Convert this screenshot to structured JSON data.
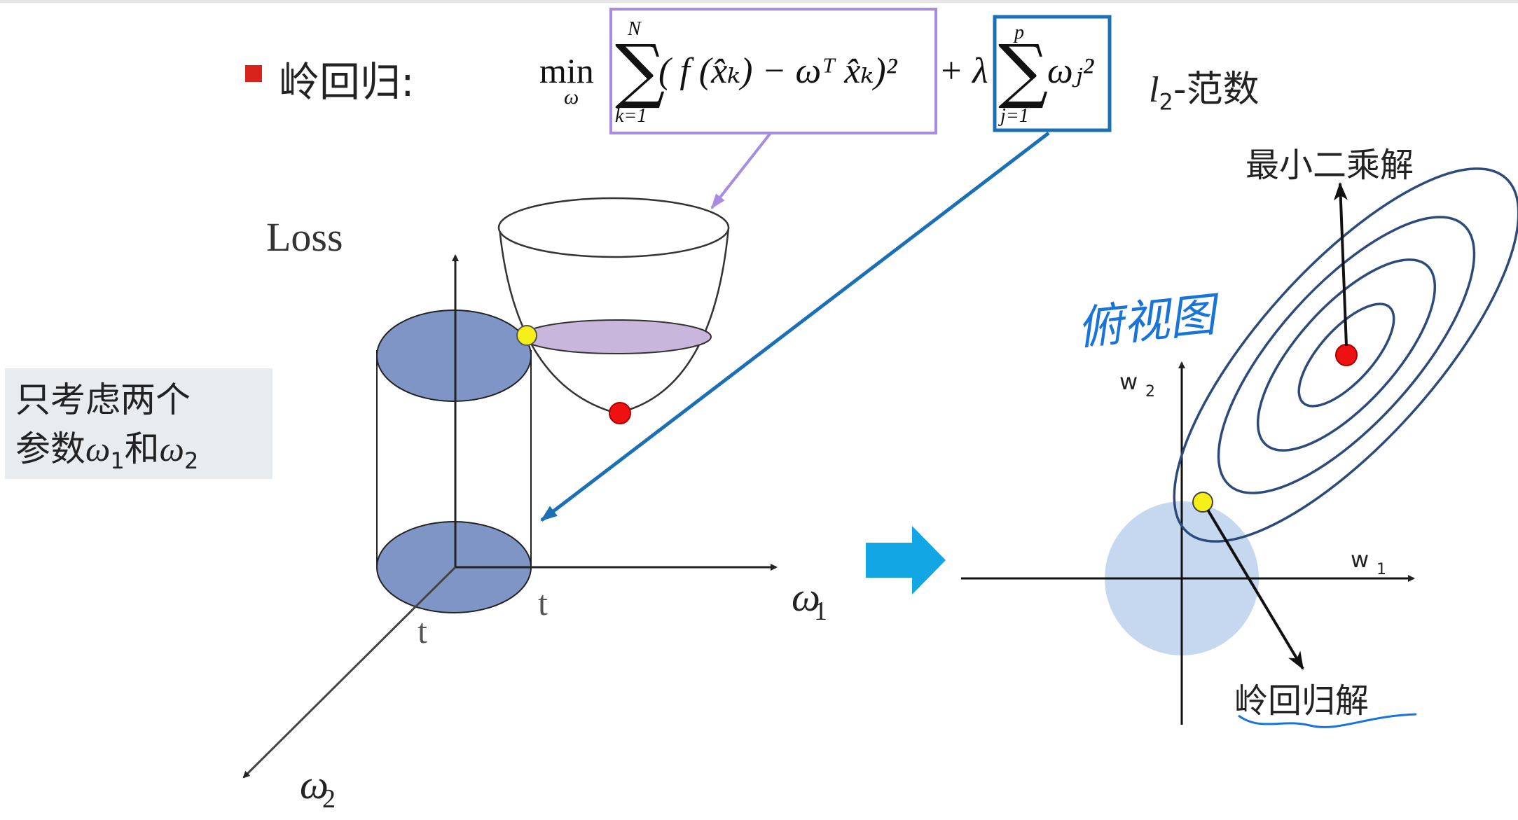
{
  "heading": {
    "bullet_color": "#d8231d",
    "title": "岭回归:"
  },
  "formula": {
    "min_label": "min",
    "min_sub": "ω",
    "sum1_top": "N",
    "sum1_bottom": "k=1",
    "term1": "( f (x̂ₖ) − ωᵀ x̂ₖ)²",
    "plus_lambda": "+ λ",
    "sum2_top": "p",
    "sum2_bottom": "j=1",
    "term2": "ωⱼ²",
    "box1_color": "#a58de0",
    "box2_color": "#1a6fb5"
  },
  "l2_norm_label": {
    "l": "l",
    "sub": "2",
    "rest": "-范数"
  },
  "side_note": {
    "line1": "只考虑两个",
    "line2_prefix": "参数",
    "w1": "ω",
    "w1_sub": "1",
    "mid": "和",
    "w2": "ω",
    "w2_sub": "2"
  },
  "left_plot": {
    "axis_loss_label": "Loss",
    "axis_w1_label": "ω",
    "axis_w1_sub": "1",
    "axis_w2_label": "ω",
    "axis_w2_sub": "2",
    "tick_t_right": "t",
    "tick_t_left": "t",
    "cylinder_fill": "#7f95c6",
    "bowl_slice_fill": "#c8b6dd",
    "tangent_point_color": "#f5f017",
    "minimum_point_color": "#ee1111"
  },
  "transition_arrow_color": "#12a6e4",
  "right_plot": {
    "handwritten_title": "俯视图",
    "axis_w1_label": "w",
    "axis_w1_sub": "1",
    "axis_w2_label": "w",
    "axis_w2_sub": "2",
    "ols_label": "最小二乘解",
    "ridge_label": "岭回归解",
    "constraint_disk_fill": "#c6d8f0",
    "contour_color": "#2c4b7a",
    "handwriting_color": "#1874d9"
  }
}
